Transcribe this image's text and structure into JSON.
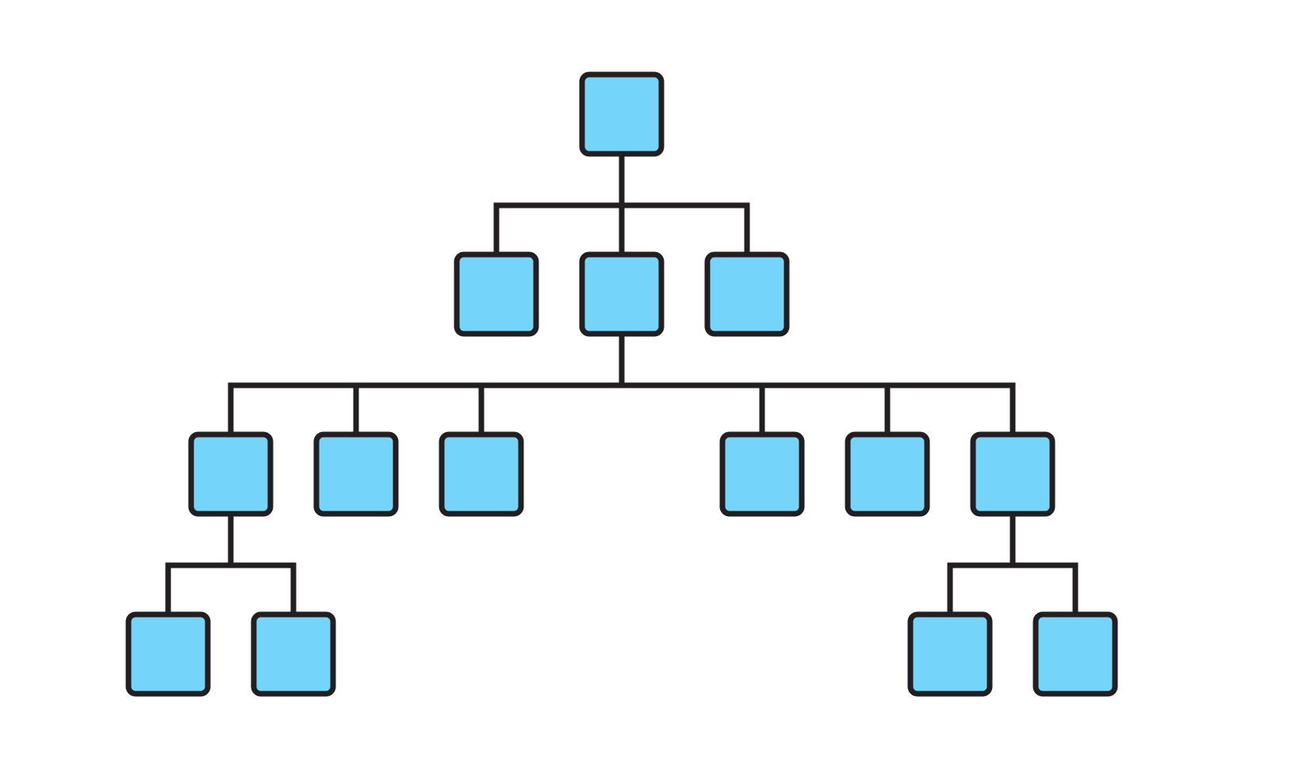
{
  "diagram": {
    "type": "hierarchy-tree",
    "labels": "none",
    "colors": {
      "node_fill": "#75D4F9",
      "stroke": "#231F20",
      "background": "#FFFFFF"
    },
    "nodes": [
      {
        "id": "root",
        "parent": null
      },
      {
        "id": "l1-left",
        "parent": "root"
      },
      {
        "id": "l1-center",
        "parent": "root"
      },
      {
        "id": "l1-right",
        "parent": "root"
      },
      {
        "id": "l2-1",
        "parent": "l1-center"
      },
      {
        "id": "l2-2",
        "parent": "l1-center"
      },
      {
        "id": "l2-3",
        "parent": "l1-center"
      },
      {
        "id": "l2-4",
        "parent": "l1-center"
      },
      {
        "id": "l2-5",
        "parent": "l1-center"
      },
      {
        "id": "l2-6",
        "parent": "l1-center"
      },
      {
        "id": "l3-1",
        "parent": "l2-1"
      },
      {
        "id": "l3-2",
        "parent": "l2-1"
      },
      {
        "id": "l3-3",
        "parent": "l2-6"
      },
      {
        "id": "l3-4",
        "parent": "l2-6"
      }
    ]
  }
}
